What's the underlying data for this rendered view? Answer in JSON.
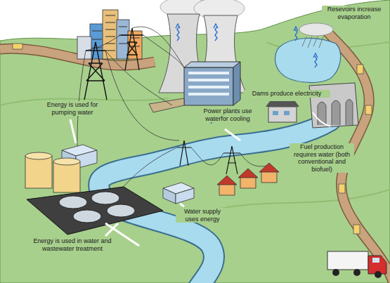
{
  "diagram": {
    "labels": [
      "Resevoirs increase evaporation",
      "Energy is used for pumping water",
      "Dams produce electricity",
      "Power plants use waterfor cooling",
      "Fuel production requires water (both conventional and biofuel)",
      "Water supply uses energy",
      "Energy is used in water and wastewater treatment"
    ]
  }
}
